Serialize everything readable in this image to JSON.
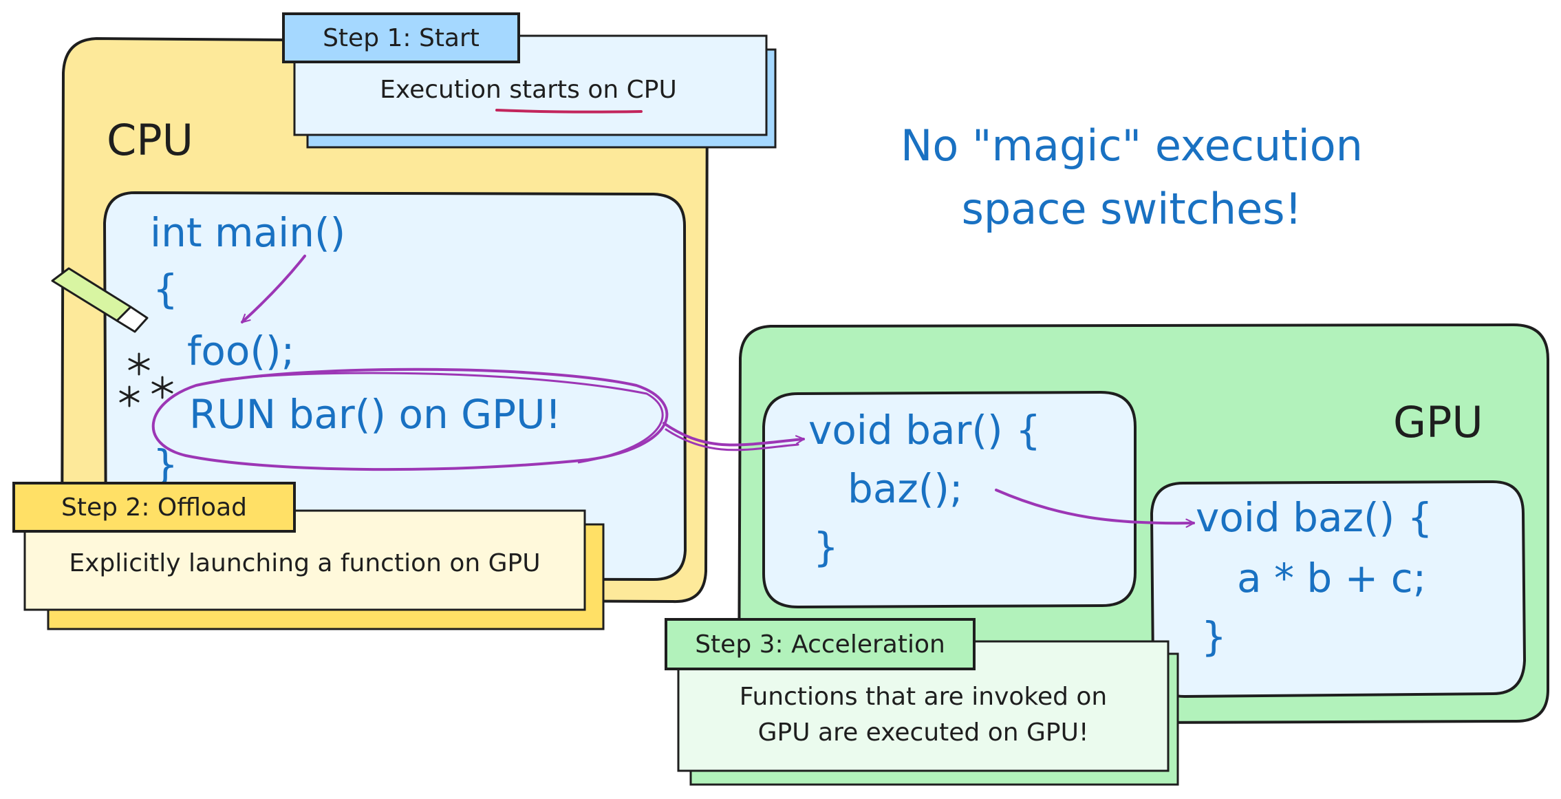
{
  "colors": {
    "cpu_fill": "#fde99a",
    "gpu_fill": "#b2f2bb",
    "inner_fill": "#e7f5ff",
    "code_blue": "#1971c2",
    "arrow_purple": "#9c36b5",
    "underline": "#c2255c",
    "ink": "#1e1e1e",
    "step1_tab": "#a5d8ff",
    "step2_tab": "#ffe066",
    "step2_note": "#fff9db",
    "step3_tab": "#b2f2bb",
    "step3_note": "#ebfbee",
    "marker": "#d8f5a2"
  },
  "cpu": {
    "label": "CPU",
    "code": {
      "signature": "int main()",
      "open_brace": "{",
      "call_foo": "foo();",
      "run_bar": "RUN bar() on GPU!",
      "close_brace": "}"
    }
  },
  "gpu": {
    "label": "GPU",
    "bar_fn": {
      "signature": "void bar() {",
      "body": "baz();",
      "close": "}"
    },
    "baz_fn": {
      "signature": "void baz() {",
      "body": "a * b + c;",
      "close": "}"
    }
  },
  "headline": {
    "line1": "No \"magic\" execution",
    "line2": "space switches!"
  },
  "steps": {
    "step1": {
      "title": "Step 1: Start",
      "text_prefix": "Execution ",
      "text_emph": "starts on",
      "text_suffix": " CPU"
    },
    "step2": {
      "title": "Step 2: Offload",
      "text": "Explicitly launching a function on GPU"
    },
    "step3": {
      "title": "Step 3: Acceleration",
      "line1": "Functions that are invoked on",
      "line2": "GPU are executed on GPU!"
    }
  }
}
